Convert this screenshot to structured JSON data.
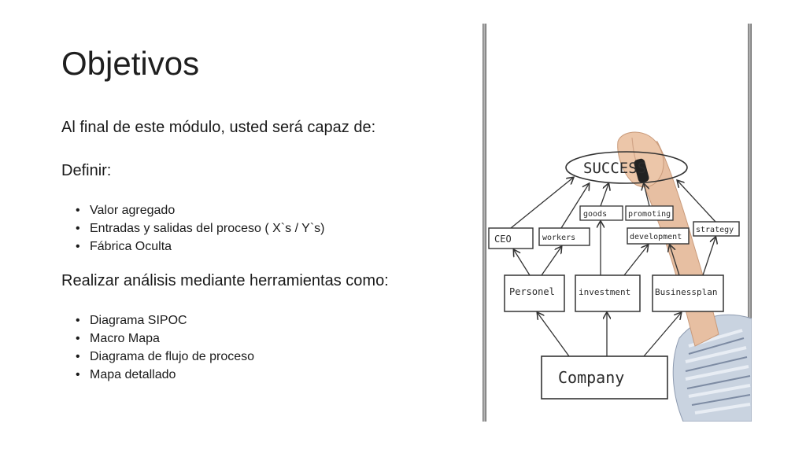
{
  "slide": {
    "title": "Objetivos",
    "intro": "Al final de este módulo, usted será capaz de:",
    "define_heading": "Definir:",
    "define_items": [
      "Valor agregado",
      "Entradas y salidas del proceso ( X`s / Y`s)",
      "Fábrica Oculta"
    ],
    "analysis_heading": "Realizar análisis mediante herramientas como:",
    "analysis_items": [
      "Diagrama SIPOC",
      "Macro Mapa",
      "Diagrama de flujo de proceso",
      "Mapa detallado"
    ]
  },
  "diagram": {
    "top": "SUCCESS",
    "row1": [
      "goods",
      "promoting"
    ],
    "row2": [
      "CEO",
      "workers",
      "development",
      "strategy"
    ],
    "row3": [
      "Personel",
      "investment",
      "Businessplan"
    ],
    "bottom": "Company"
  }
}
